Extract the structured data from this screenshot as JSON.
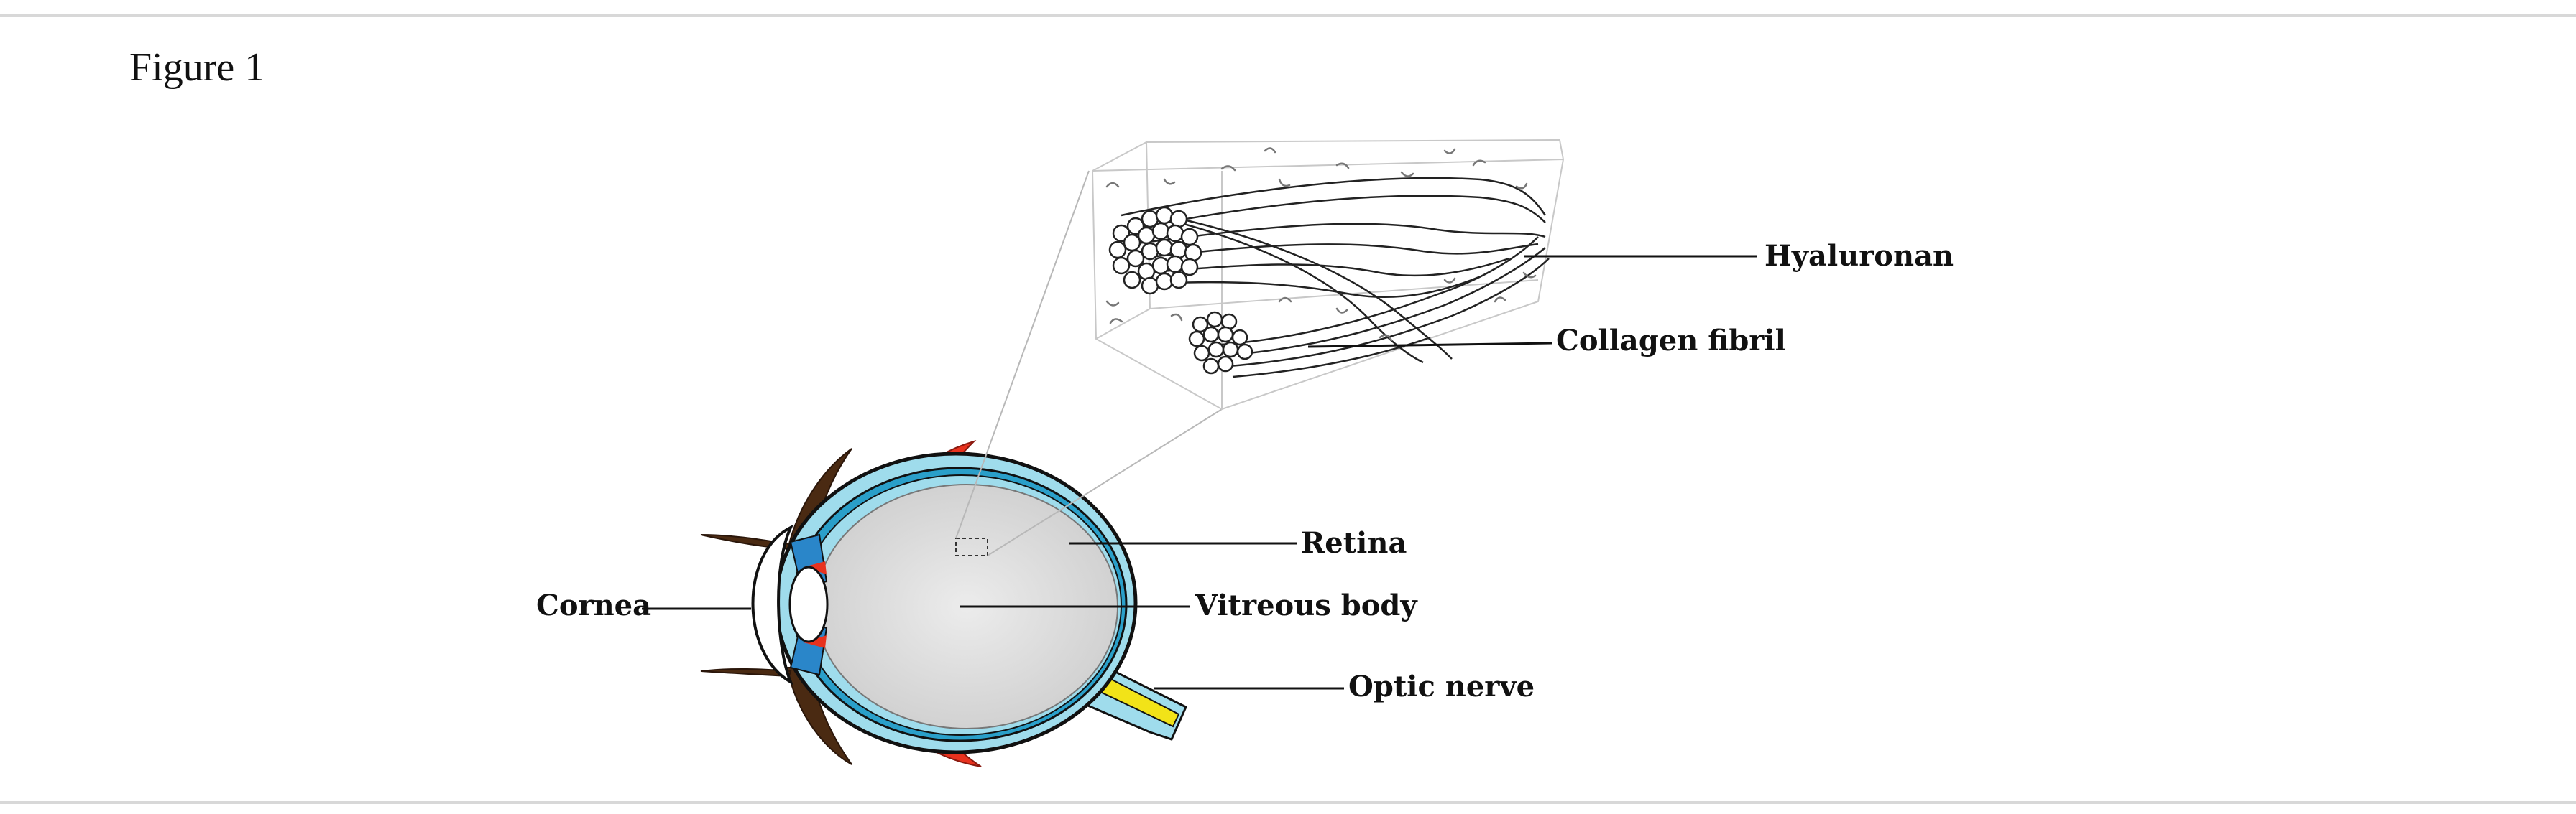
{
  "figure": {
    "title": "Figure 1"
  },
  "labels": {
    "hyaluronan": "Hyaluronan",
    "collagen_fibril": "Collagen fibril",
    "retina": "Retina",
    "vitreous_body": "Vitreous body",
    "optic_nerve": "Optic nerve",
    "cornea": "Cornea"
  }
}
